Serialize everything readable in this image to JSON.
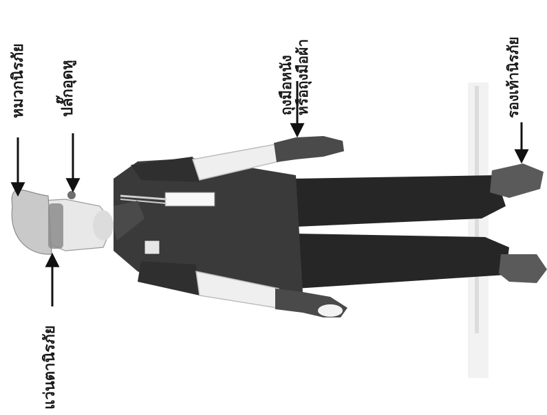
{
  "labels": {
    "helmet": "หมวกนิรภัย",
    "ear_plugs": "ปลั๊กอุดหู",
    "glasses": "แว่นตานิรภัย",
    "gloves": "ถุงมือหนัง\nหรือถุงมือผ้า",
    "shoes": "รองเท้านิรภัย"
  },
  "colors": {
    "figure_fill": "#3a3a3a",
    "figure_dark": "#262626",
    "skin": "#efefef",
    "label_text": "#1a1a1a",
    "arrow": "#111111"
  }
}
